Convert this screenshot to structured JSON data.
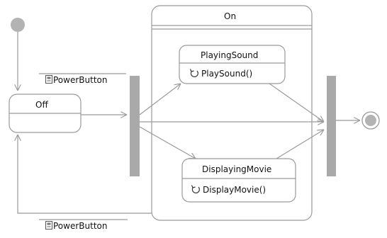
{
  "states": {
    "off": {
      "name": "Off"
    },
    "on": {
      "name": "On"
    },
    "playing_sound": {
      "name": "PlayingSound",
      "action": "PlaySound()"
    },
    "displaying_movie": {
      "name": "DisplayingMovie",
      "action": "DisplayMovie()"
    }
  },
  "triggers": {
    "power_on": "PowerButton",
    "power_off": "PowerButton"
  },
  "icons": {
    "action": "action-cycle-icon",
    "trigger": "power-button-event-icon"
  },
  "colors": {
    "line": "#9a9a9a",
    "bar": "#a9a9a9",
    "pseudostate": "#b3b3b3",
    "text": "#111111"
  }
}
